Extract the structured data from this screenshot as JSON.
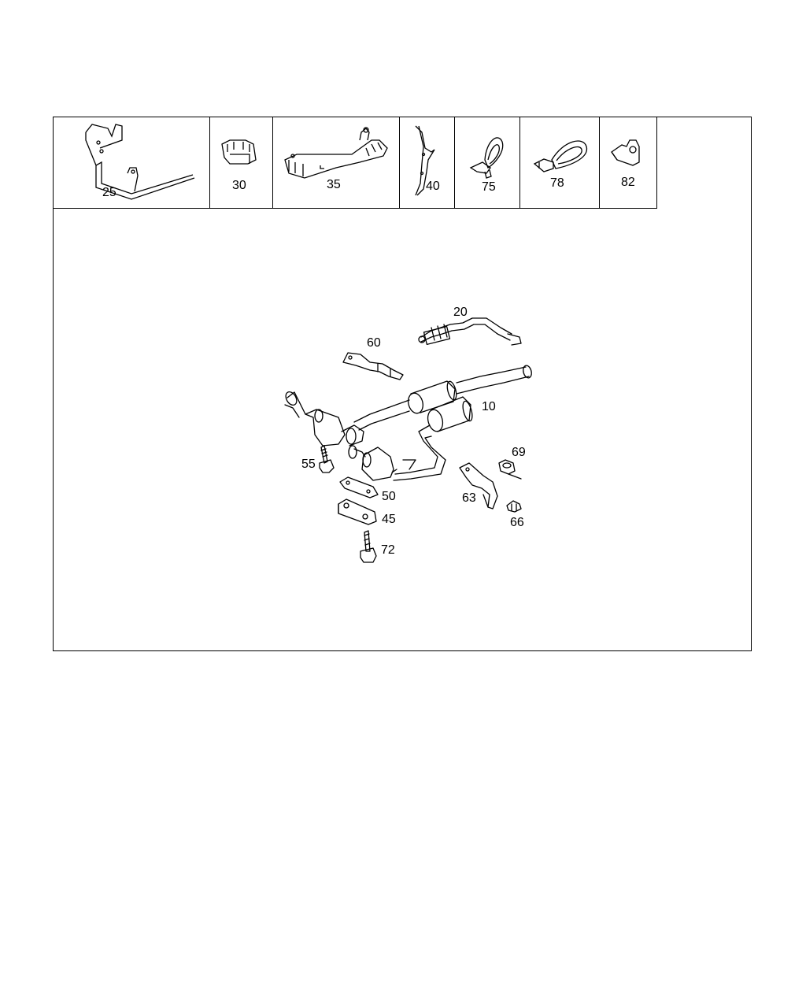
{
  "thumbnails": [
    {
      "id": "25",
      "label": "25"
    },
    {
      "id": "30",
      "label": "30"
    },
    {
      "id": "35",
      "label": "35"
    },
    {
      "id": "40",
      "label": "40"
    },
    {
      "id": "75",
      "label": "75"
    },
    {
      "id": "78",
      "label": "78"
    },
    {
      "id": "82",
      "label": "82"
    }
  ],
  "callouts": {
    "c10": "10",
    "c20": "20",
    "c45": "45",
    "c50": "50",
    "c55": "55",
    "c60": "60",
    "c63": "63",
    "c66": "66",
    "c69": "69",
    "c72": "72"
  }
}
